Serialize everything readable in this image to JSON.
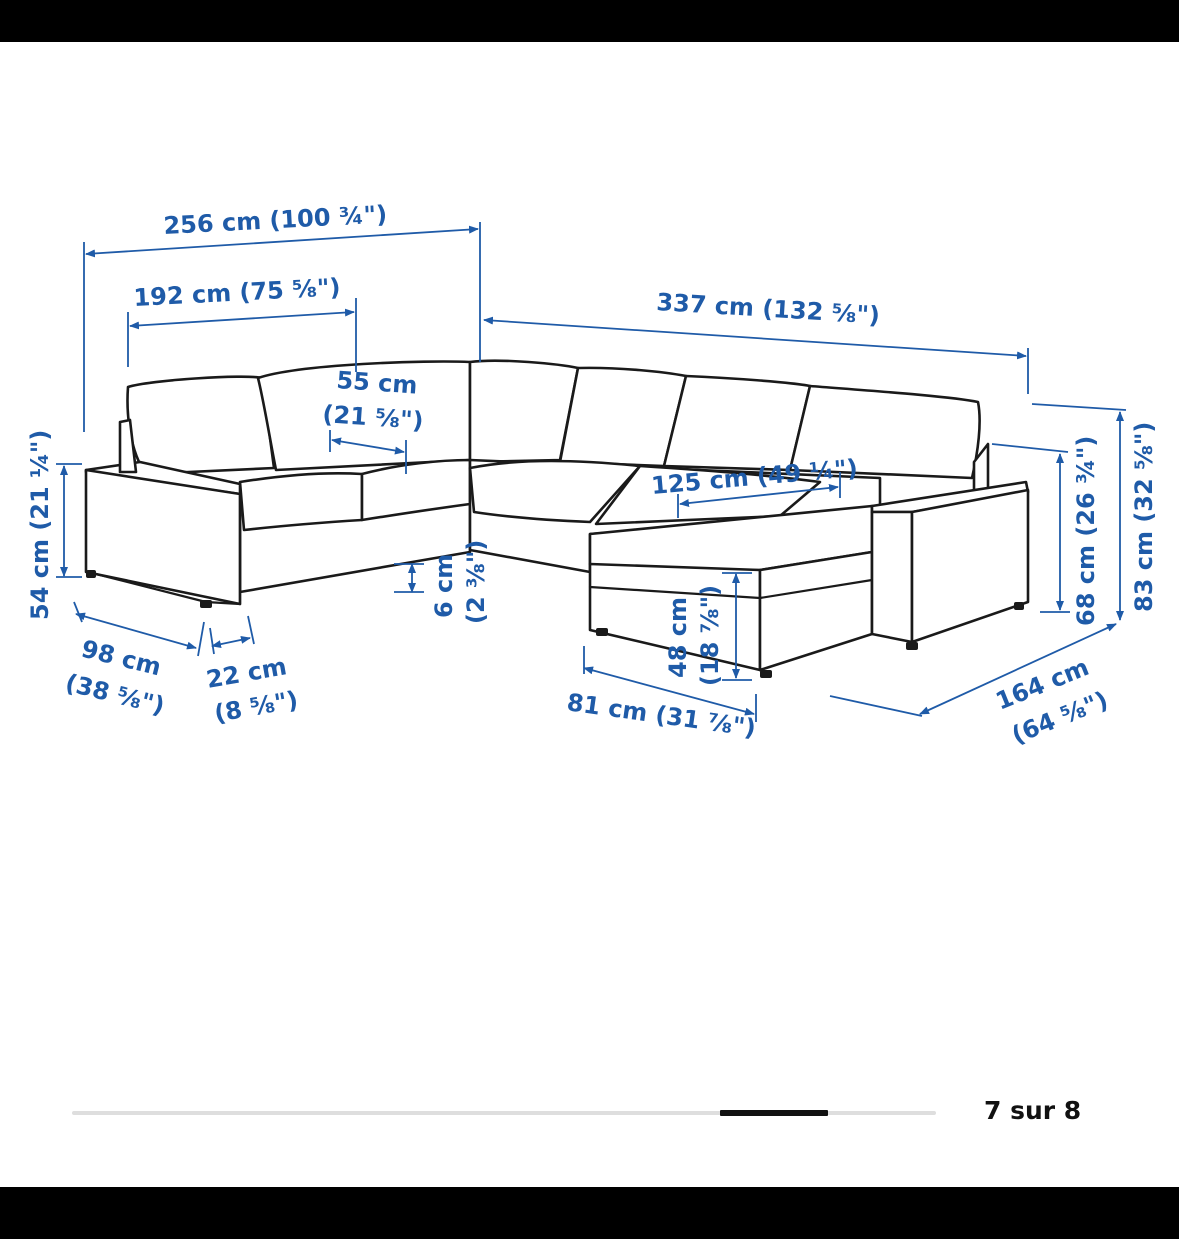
{
  "viewer": {
    "page_counter": "7 sur 8",
    "current_image": 7,
    "total_images": 8,
    "accent_color": "#1f5ba8"
  },
  "dimensions": {
    "total_left_width": "256 cm (100 ¾\")",
    "left_seat_width": "192 cm (75 ⅝\")",
    "total_back_width": "337 cm (132 ⅝\")",
    "seat_depth_cm": "55 cm",
    "seat_depth_in": "(21 ⅝\")",
    "chaise_width": "125 cm (49 ¼\")",
    "armrest_height": "54 cm (21 ¼\")",
    "chaise_back_height": "68 cm (26 ¾\")",
    "total_height": "83 cm (32 ⅝\")",
    "leg_height_cm": "6 cm",
    "leg_height_in": "(2 ⅜\")",
    "seat_height_cm": "48 cm",
    "seat_height_in": "(18 ⅞\")",
    "left_depth_cm": "98 cm",
    "left_depth_in": "(38 ⅝\")",
    "armrest_width_cm": "22 cm",
    "armrest_width_in": "(8 ⅝\")",
    "chaise_seat_depth": "81 cm (31 ⅞\")",
    "chaise_total_depth_cm": "164 cm",
    "chaise_total_depth_in": "(64 ⅝\")"
  }
}
